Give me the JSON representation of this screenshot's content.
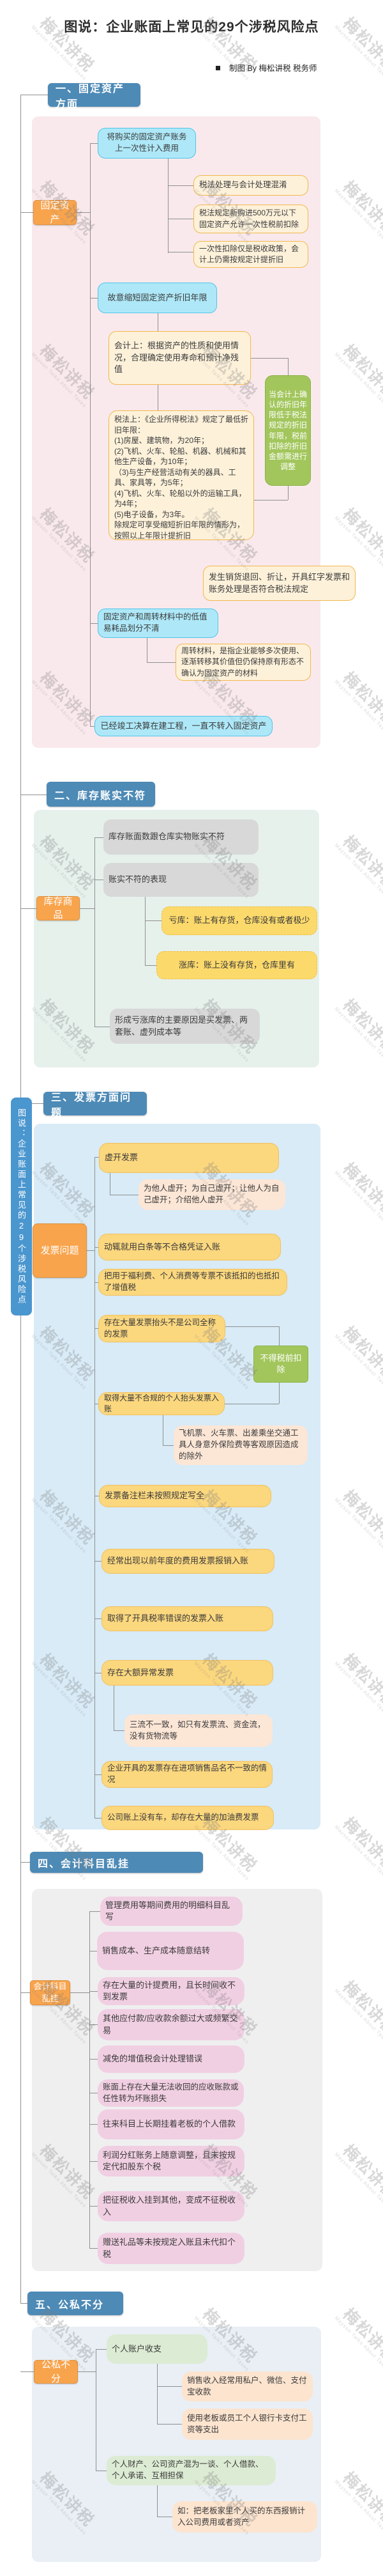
{
  "title": "图说：企业账面上常见的29个涉税风险点",
  "byline": {
    "bullet": "■",
    "text": "制图  By  梅松讲税 税务师"
  },
  "watermark": {
    "cn": "梅松讲税",
    "en": "Mayson Talks About Taxes"
  },
  "root_label": "图说：企业账面上常见的29个涉税风险点",
  "colors": {
    "header_blue": "#4d8ab6",
    "topic_orange": "#f8a44d",
    "panel1_pink": "#f9e9ec",
    "panel2_green": "#e6f1ec",
    "panel3_blue": "#d8ebf7",
    "panel4_gray": "#efeff0",
    "panel5_blue": "#e9eff5",
    "cyan_node": "#aee8f8",
    "cream_node": "#fdf1da",
    "green_node": "#a2c65c",
    "gray_node": "#d8d8d8",
    "yellow_node": "#fbd77e",
    "pink_node": "#f1cfe2"
  },
  "s1": {
    "header": "一、固定资产方面",
    "topic": "固定资产",
    "items": [
      "将购买的固定资产账务上一次性计入费用",
      "税法处理与会计处理混淆",
      "税法规定新购进500万元以下固定资产允许一次性税前扣除",
      "一次性扣除仅是税收政策，会计上仍需按规定计提折旧",
      "故意缩短固定资产折旧年限",
      "会计上：根据资产的性质和使用情况，合理确定使用寿命和预计净残值",
      "当会计上确认的折旧年限低于税法规定的折旧年限，税前扣除的折旧金额需进行调整",
      "税法上：《企业所得税法》规定了最低折旧年限：\n(1)房屋、建筑物，为20年；\n(2)飞机、火车、轮船、机器、机械和其他生产设备，为10年；\n（3)与生产经营活动有关的器具、工具、家具等，为5年；\n(4)飞机、火车、轮船以外的运输工具，为4年；\n(5)电子设备，为3年。\n除规定可享受缩短折旧年限的情形为，按照以上年限计提折旧",
      "发生销货退回、折让，开具红字发票和账务处理是否符合税法规定",
      "固定资产和周转材料中的低值易耗品划分不清",
      "周转材料，是指企业能够多次使用、逐渐转移其价值但仍保持原有形态不确认为固定资产的材料",
      "已经竣工决算在建工程，一直不转入固定资产"
    ]
  },
  "s2": {
    "header": "二、库存账实不符",
    "topic": "库存商品",
    "items": [
      "库存账面数跟仓库实物账实不符",
      "账实不符的表现",
      "亏库：账上有存货，仓库没有或者极少",
      "涨库：账上没有存货，仓库里有",
      "形成亏涨库的主要原因是买发票、两套账、虚列成本等"
    ]
  },
  "s3": {
    "header": "三、发票方面问题",
    "topic": "发票问题",
    "items": [
      "虚开发票",
      "为他人虚开；为自己虚开；让他人为自己虚开；介绍他人虚开",
      "动辄就用白条等不合格凭证入账",
      "把用于福利费、个人消费等专票不该抵扣的也抵扣了增值税",
      "存在大量发票抬头不是公司全称的发票",
      "不得税前扣除",
      "取得大量不合规的个人抬头发票入账",
      "飞机票、火车票、出差乘坐交通工具人身意外保险费等客观原因造成的除外",
      "发票备注栏未按照规定写全",
      "经常出现以前年度的费用发票报销入账",
      "取得了开具税率错误的发票入账",
      "存在大额异常发票",
      "三流不一致，如只有发票流、资金流，没有货物流等",
      "企业开具的发票存在进项销售品名不一致的情况",
      "公司账上没有车，却存在大量的加油费发票"
    ]
  },
  "s4": {
    "header": "四、会计科目乱挂",
    "topic": "会计科目乱挂",
    "items": [
      "管理费用等期间费用的明细科目乱写",
      "销售成本、生产成本随意结转",
      "存在大量的计提费用，且长时间收不到发票",
      "其他应付款/应收款余额过大或频繁交易",
      "减免的增值税会计处理错误",
      "账面上存在大量无法收回的应收账款或任性转为坏账损失",
      "往来科目上长期挂着老板的个人借款",
      "利润分红账务上随意调整，且未按规定代扣股东个税",
      "把征税收入挂到其他，变成不征税收入",
      "赠送礼品等未按规定入账且未代扣个税"
    ]
  },
  "s5": {
    "header": "五、公私不分",
    "topic": "公私不分",
    "items": [
      "个人账户收支",
      "销售收入经常用私户、微信、支付宝收款",
      "使用老板或员工个人银行卡支付工资等支出",
      "个人财产、公司资产混为一谈、个人借款、个人承诺、互相担保",
      "如：把老板家里个人买的东西报销计入公司费用或者资产"
    ]
  }
}
